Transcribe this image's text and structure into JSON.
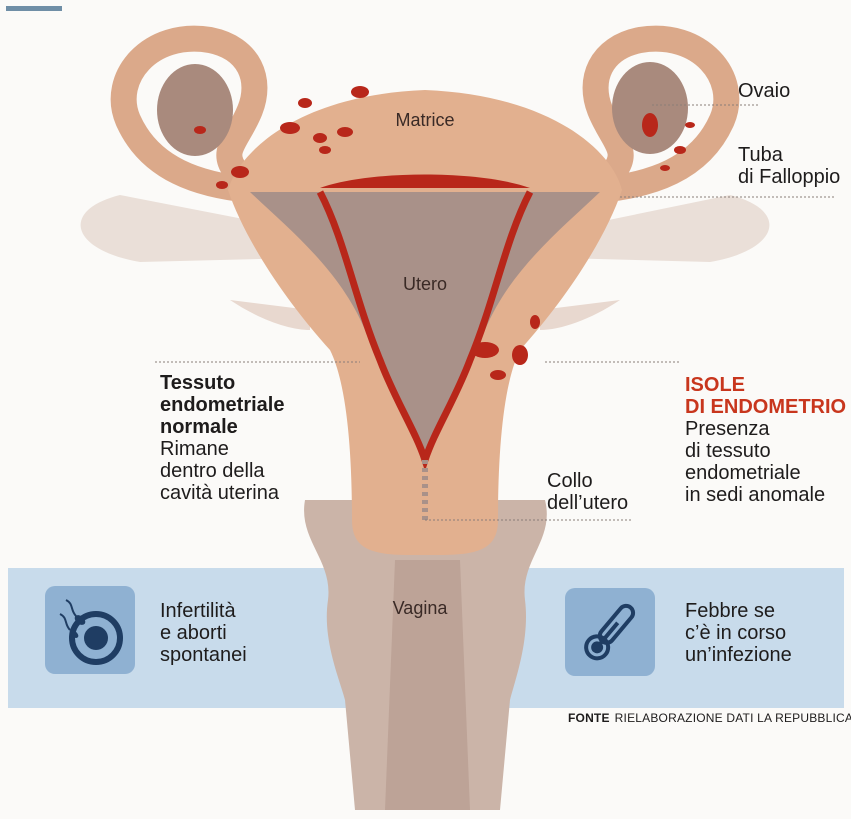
{
  "labels": {
    "ovaio": "Ovaio",
    "tuba_line1": "Tuba",
    "tuba_line2": "di Falloppio",
    "matrice": "Matrice",
    "utero": "Utero",
    "vagina": "Vagina",
    "collo_line1": "Collo",
    "collo_line2": "dell’utero"
  },
  "left_note": {
    "bold_lines": [
      "Tessuto",
      "endometriale",
      "normale"
    ],
    "lines": [
      "Rimane",
      "dentro della",
      "cavità uterina"
    ]
  },
  "right_note": {
    "red_lines": [
      "ISOLE",
      "DI ENDOMETRIO"
    ],
    "lines": [
      "Presenza",
      "di tessuto",
      "endometriale",
      "in sedi anomale"
    ]
  },
  "symptoms": {
    "left": {
      "icon": "sperm-target-icon",
      "lines": [
        "Infertilità",
        "e aborti",
        "spontanei"
      ]
    },
    "right": {
      "icon": "thermometer-icon",
      "lines": [
        "Febbre se",
        "c’è in corso",
        "un’infezione"
      ]
    }
  },
  "source": {
    "label": "FONTE",
    "text": "RIELABORAZIONE DATI LA REPUBBLICA / ISS"
  },
  "colors": {
    "tissue": "#e2b08f",
    "tissue_dark": "#c99677",
    "cavity": "#a99189",
    "endometrium": "#b8271a",
    "band": "#c8dbeb",
    "icon_box": "#8fb1d2",
    "accent_red": "#c8361d"
  }
}
